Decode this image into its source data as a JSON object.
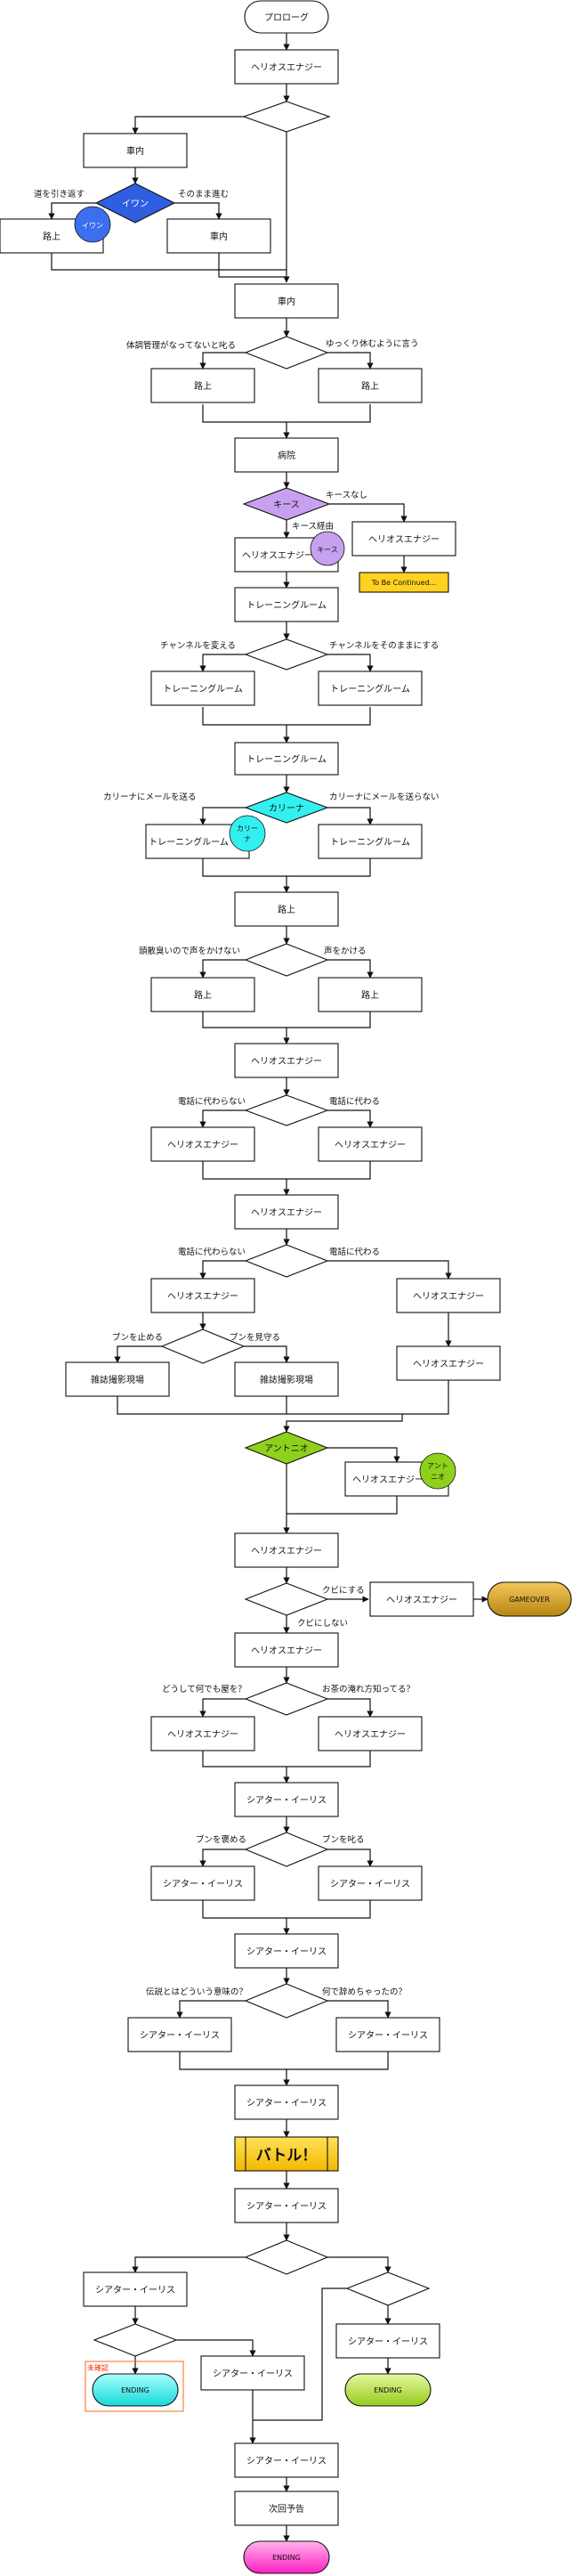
{
  "colors": {
    "line": "#111111",
    "box_fill": "#ffffff",
    "diamond_blue": "#2f5fe0",
    "diamond_purple": "#c8a0f0",
    "diamond_cyan": "#33f0f0",
    "diamond_green": "#8fd11a",
    "continued_fill": "#ffd21f",
    "gameover_fill": "#d39e1c",
    "ending_cyan": "#33f0f0",
    "ending_green": "#b8e03a",
    "ending_pink": "#ff33cc",
    "battle_fill": "#ffcc00",
    "unverified_border": "#ff6a1a",
    "unverified_text": "#ff2a00"
  },
  "nodes": {
    "prologue": "プロローグ",
    "n1": "ヘリオスエナジー",
    "car1": "車内",
    "road_iwan": "路上",
    "car2": "車内",
    "car3": "車内",
    "road_a": "路上",
    "road_b": "路上",
    "hospital": "病院",
    "helios_kiss": "ヘリオスエナジー",
    "helios_nokiss": "ヘリオスエナジー",
    "continued": "To Be Continued...",
    "training1": "トレーニングルーム",
    "training2a": "トレーニングルーム",
    "training2b": "トレーニングルーム",
    "training3": "トレーニングルーム",
    "training4a": "トレーニングルーム",
    "training4b": "トレーニングルーム",
    "road1": "路上",
    "road2a": "路上",
    "road2b": "路上",
    "helios2": "ヘリオスエナジー",
    "helios3a": "ヘリオスエナジー",
    "helios3b": "ヘリオスエナジー",
    "helios4": "ヘリオスエナジー",
    "helios5a": "ヘリオスエナジー",
    "helios5b": "ヘリオスエナジー",
    "helios5c": "ヘリオスエナジー",
    "mag1": "雑誌撮影現場",
    "mag2": "雑誌撮影現場",
    "helios_antonio": "ヘリオスエナジー",
    "helios6": "ヘリオスエナジー",
    "helios_kubi": "ヘリオスエナジー",
    "gameover": "GAMEOVER",
    "helios7": "ヘリオスエナジー",
    "helios8a": "ヘリオスエナジー",
    "helios8b": "ヘリオスエナジー",
    "theater1": "シアター・イーリス",
    "theater2a": "シアター・イーリス",
    "theater2b": "シアター・イーリス",
    "theater3": "シアター・イーリス",
    "theater4a": "シアター・イーリス",
    "theater4b": "シアター・イーリス",
    "theater5": "シアター・イーリス",
    "battle": "バトル！",
    "theater6": "シアター・イーリス",
    "theater7a": "シアター・イーリス",
    "theater7b": "シアター・イーリス",
    "theater8": "シアター・イーリス",
    "ending_a": "ENDING",
    "ending_b": "ENDING",
    "theater9": "シアター・イーリス",
    "preview": "次回予告",
    "ending_final": "ENDING"
  },
  "diamonds": {
    "iwan": "イワン",
    "kiss": "キース",
    "karina": "カリーナ",
    "antonio": "アントニオ"
  },
  "characters": {
    "iwan": "イワン",
    "kiss": "キース",
    "karina_1": "カリー",
    "karina_2": "ナ",
    "antonio_1": "アント",
    "antonio_2": "ニオ"
  },
  "labels": {
    "iwan_yes": "道を引き返す",
    "iwan_no": "そのまま進む",
    "health_a": "体調管理がなってないと叱る",
    "health_b": "ゆっくり休むように言う",
    "kiss_no": "キースなし",
    "kiss_via": "キース経由",
    "channel_a": "チャンネルを変える",
    "channel_b": "チャンネルをそのままにする",
    "karina_a": "カリーナにメールを送る",
    "karina_b": "カリーナにメールを送らない",
    "voice_a": "頭散臭いので声をかけない",
    "voice_b": "声をかける",
    "phone1_a": "電話に代わらない",
    "phone1_b": "電話に代わる",
    "phone2_a": "電話に代わらない",
    "phone2_b": "電話に代わる",
    "boon_a": "ブンを止める",
    "boon_b": "ブンを見守る",
    "kubi_yes": "クビにする",
    "kubi_no": "クビにしない",
    "tea_a": "どうして何でも屋を？",
    "tea_b": "お茶の淹れ方知ってる？",
    "praise_a": "ブンを褒める",
    "praise_b": "ブンを叱る",
    "legend_a": "伝説とはどういう意味の？",
    "legend_b": "何で辞めちゃったの？",
    "unverified": "未確認"
  }
}
